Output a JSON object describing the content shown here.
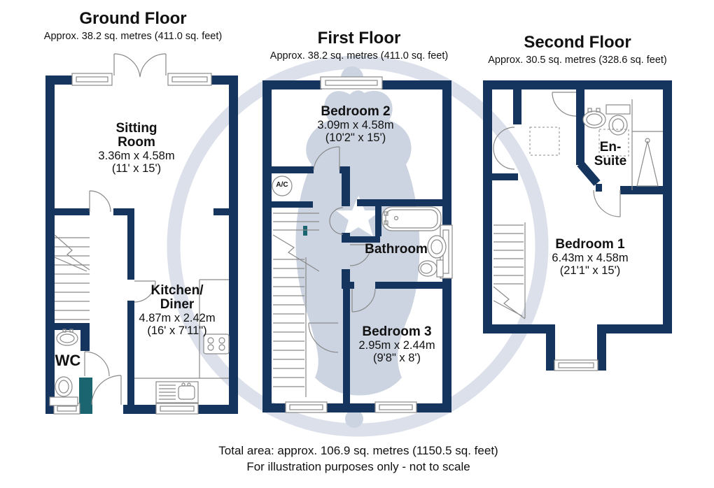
{
  "colors": {
    "wall": "#16355e",
    "teal": "#1a6570",
    "line": "#8a8a8a",
    "text": "#111111",
    "wm": "#ccd4e1",
    "wmring": "#dbe0ea"
  },
  "floors": {
    "ground": {
      "title": "Ground Floor",
      "area": "Approx. 38.2 sq. metres (411.0 sq. feet)"
    },
    "first": {
      "title": "First Floor",
      "area": "Approx. 38.2 sq. metres (411.0 sq. feet)"
    },
    "second": {
      "title": "Second Floor",
      "area": "Approx. 30.5 sq. metres (328.6 sq. feet)"
    }
  },
  "rooms": {
    "sitting_room": {
      "line1": "Sitting",
      "line2": "Room",
      "metric": "3.36m x 4.58m",
      "imperial": "(11' x 15')"
    },
    "kitchen_diner": {
      "line1": "Kitchen/",
      "line2": "Diner",
      "metric": "4.87m x 2.42m",
      "imperial": "(16' x 7'11\")"
    },
    "wc": {
      "label": "WC"
    },
    "airing_cupboard": {
      "label": "A/C"
    },
    "bedroom2": {
      "name": "Bedroom 2",
      "metric": "3.09m x 4.58m",
      "imperial": "(10'2\" x 15')"
    },
    "bathroom": {
      "name": "Bathroom"
    },
    "bedroom3": {
      "name": "Bedroom 3",
      "metric": "2.95m x 2.44m",
      "imperial": "(9'8\" x 8')"
    },
    "ensuite": {
      "line1": "En-",
      "line2": "Suite"
    },
    "bedroom1": {
      "name": "Bedroom 1",
      "metric": "6.43m x 4.58m",
      "imperial": "(21'1\" x 15')"
    }
  },
  "footer": {
    "total_area": "Total area: approx. 106.9 sq. metres (1150.5 sq. feet)",
    "disclaimer": "For illustration purposes only - not to scale"
  }
}
